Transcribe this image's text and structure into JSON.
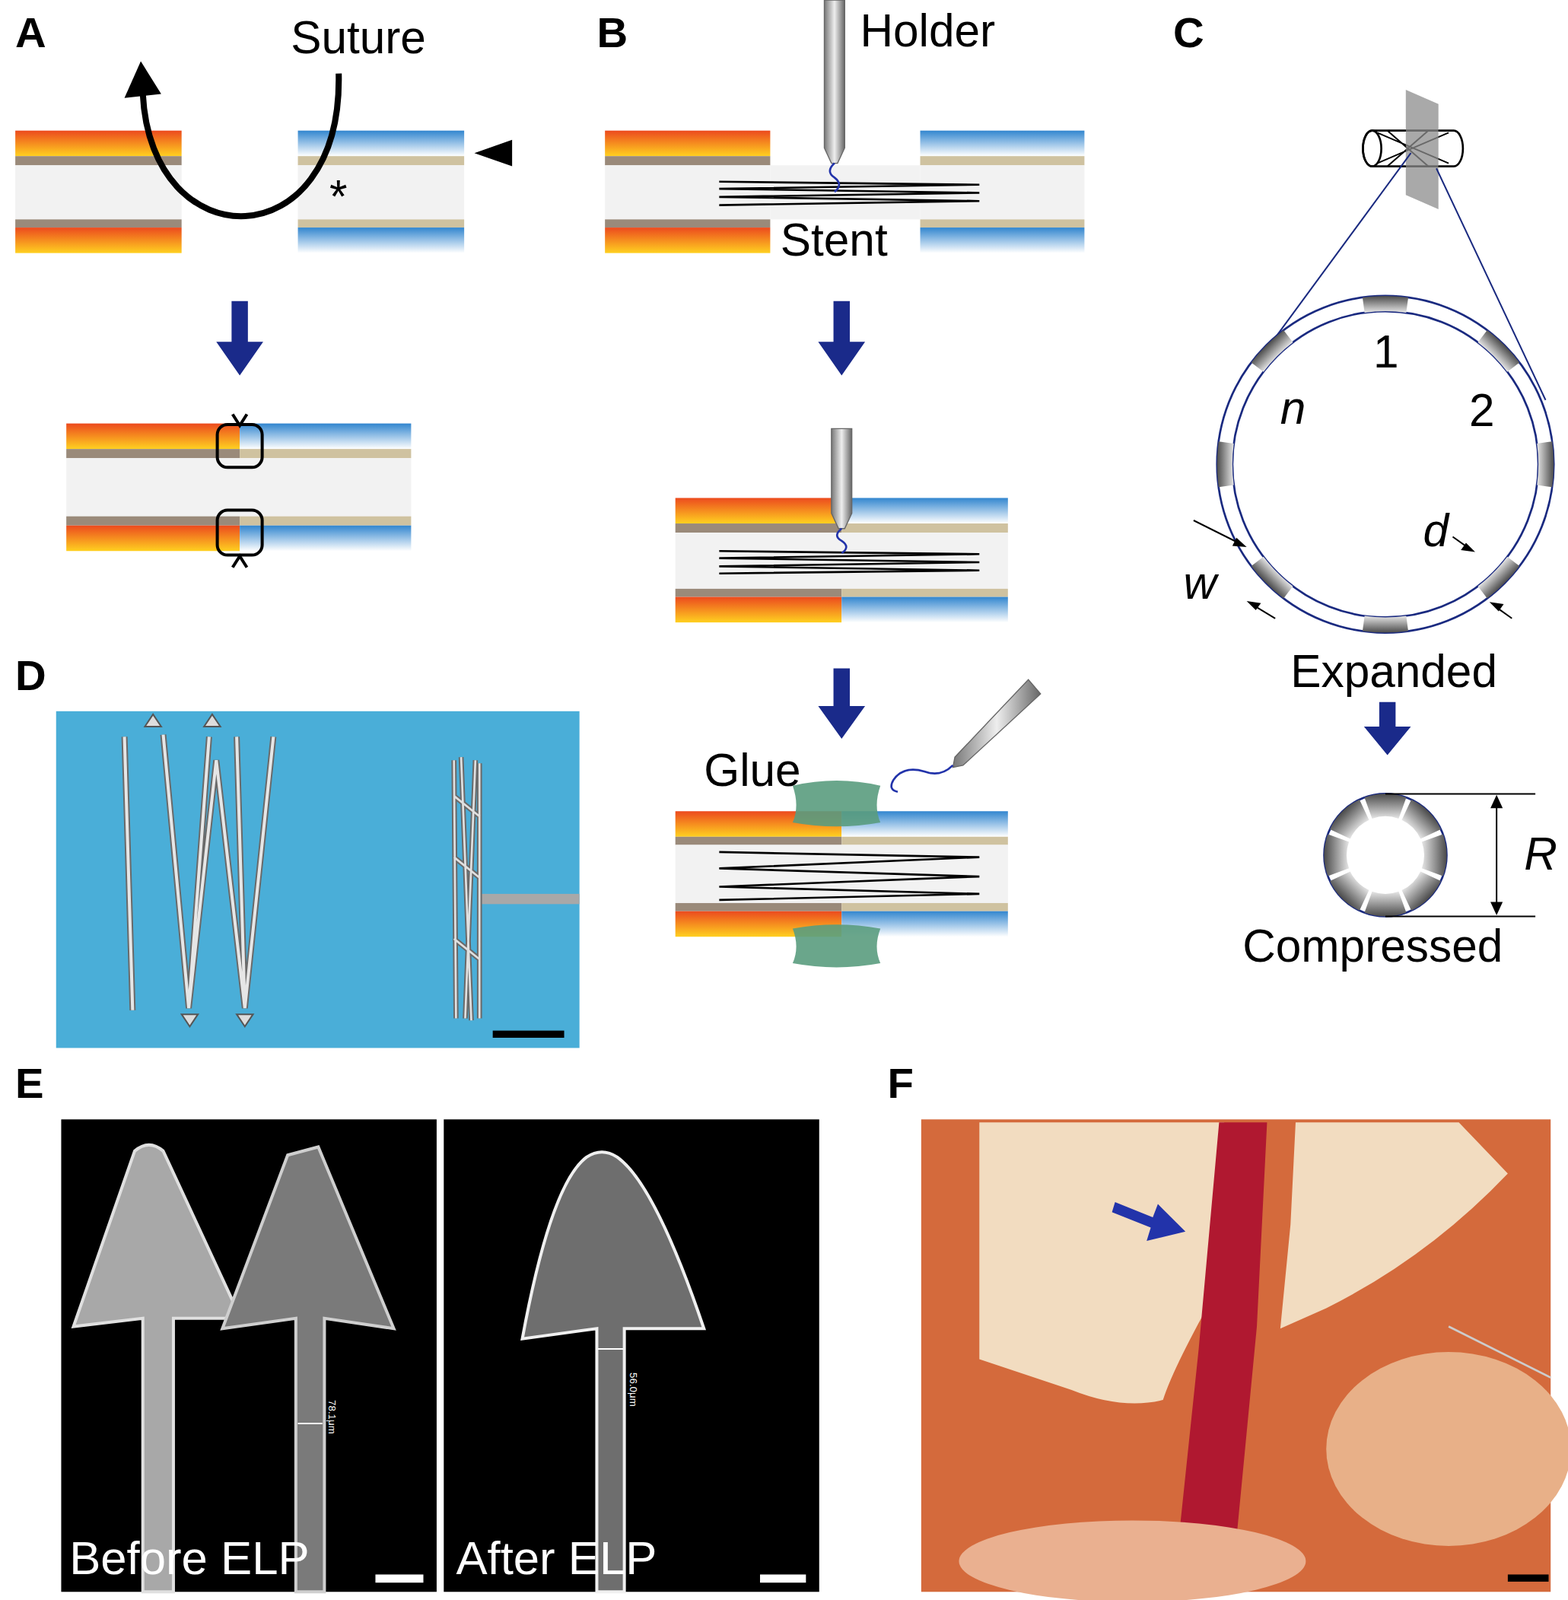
{
  "diagram": {
    "labels": [
      "A",
      "Suture",
      "B",
      "Holder",
      "C",
      "*",
      "Stent",
      "1",
      "n",
      "2",
      "d",
      "w",
      "Expanded",
      "D",
      "Glue",
      "R",
      "Compressed",
      "E",
      "F",
      "78.1μm",
      "56.0μm",
      "Before ELP",
      "After ELP"
    ]
  }
}
